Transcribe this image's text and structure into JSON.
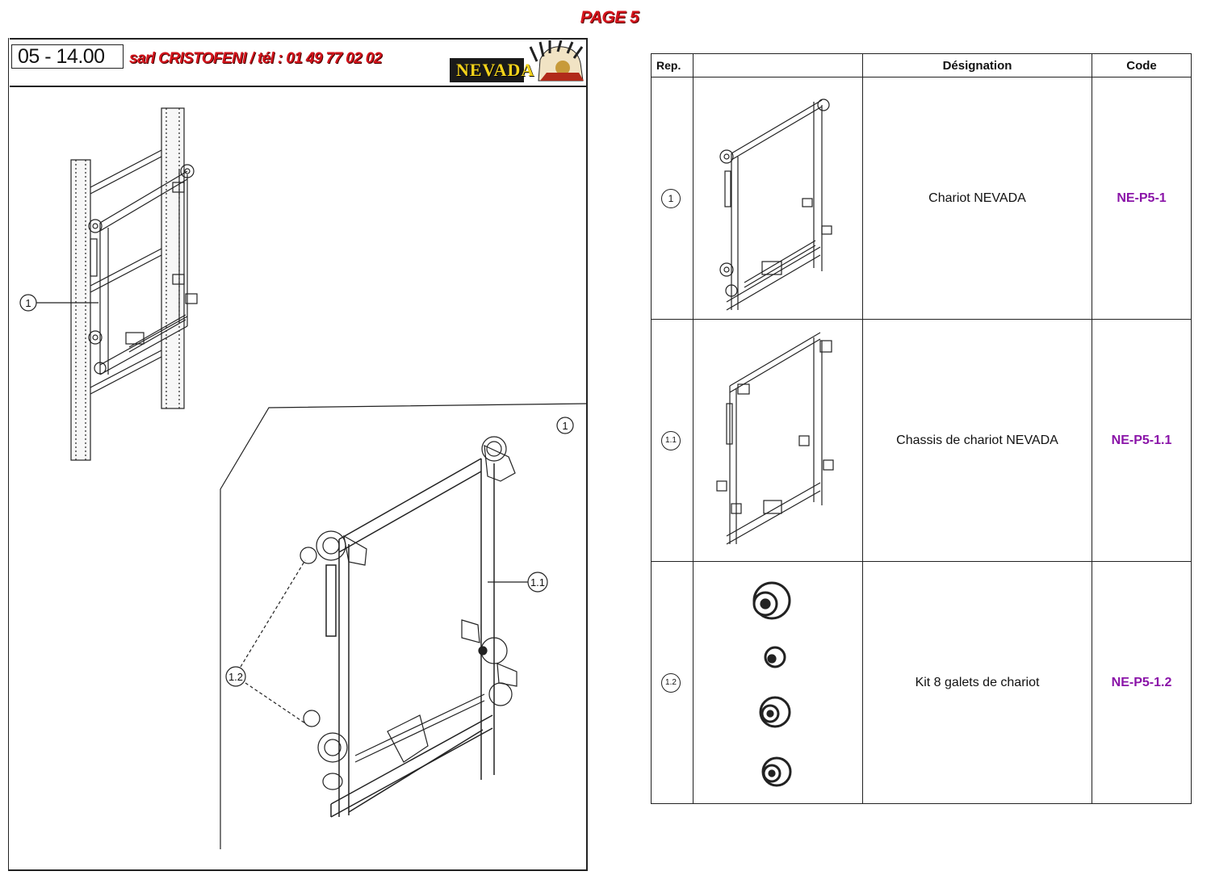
{
  "page_label": "PAGE 5",
  "header": {
    "reference": "05 - 14.00",
    "company": "sarl CRISTOFENI / tél : 01 49 77 02 02",
    "logo_text": "NEVADA"
  },
  "diagram": {
    "callouts": {
      "overview_item": "1",
      "detail_item": "1",
      "chassis": "1.1",
      "rollers": "1.2"
    }
  },
  "table": {
    "headers": {
      "rep": "Rep.",
      "designation": "Désignation",
      "code": "Code"
    },
    "rows": [
      {
        "rep": "1",
        "designation": "Chariot NEVADA",
        "code": "NE-P5-1"
      },
      {
        "rep": "1.1",
        "designation": "Chassis de chariot NEVADA",
        "code": "NE-P5-1.1"
      },
      {
        "rep": "1.2",
        "designation": "Kit 8 galets de chariot",
        "code": "NE-P5-1.2"
      }
    ]
  },
  "colors": {
    "page_label": "#d4141c",
    "company": "#d4141c",
    "code": "#8a14a8",
    "logo": "#f2d21a"
  }
}
